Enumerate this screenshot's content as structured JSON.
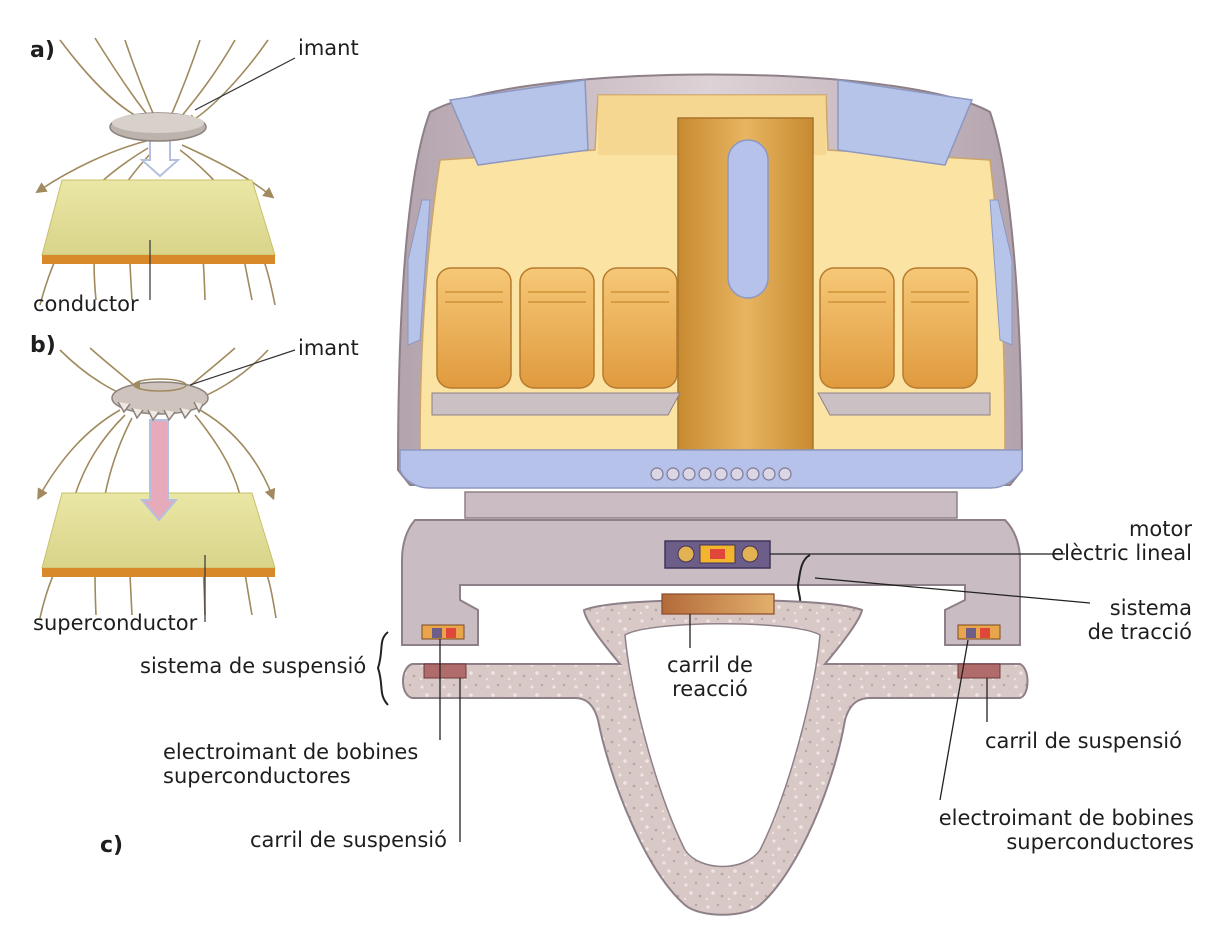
{
  "panels": {
    "a": "a)",
    "b": "b)",
    "c": "c)"
  },
  "panel_a": {
    "magnet_label": "imant",
    "base_label": "conductor"
  },
  "panel_b": {
    "magnet_label": "imant",
    "base_label": "superconductor"
  },
  "panel_c": {
    "motor_label": "motor\nelèctric lineal",
    "traction_label": "sistema\nde tracció",
    "suspension_system_label": "sistema de suspensió",
    "reaction_rail_label": "carril de\nreacció",
    "left_electromagnet_label": "electroimant de bobines\nsuperconductores",
    "left_rail_label": "carril de suspensió",
    "right_rail_label": "carril de suspensió",
    "right_electromagnet_label": "electroimant de bobines\nsuperconductores"
  },
  "colors": {
    "field_lines": "#a08a5e",
    "plate": "#e8e3a0",
    "plate_edge": "#d88a2a",
    "hull": "#c9b9c0",
    "cabin": "#fbe4a6",
    "column": "#d9a34a",
    "seat": "#f0b860",
    "window": "#b9c6e8",
    "guideway": "#d9c9c9"
  }
}
